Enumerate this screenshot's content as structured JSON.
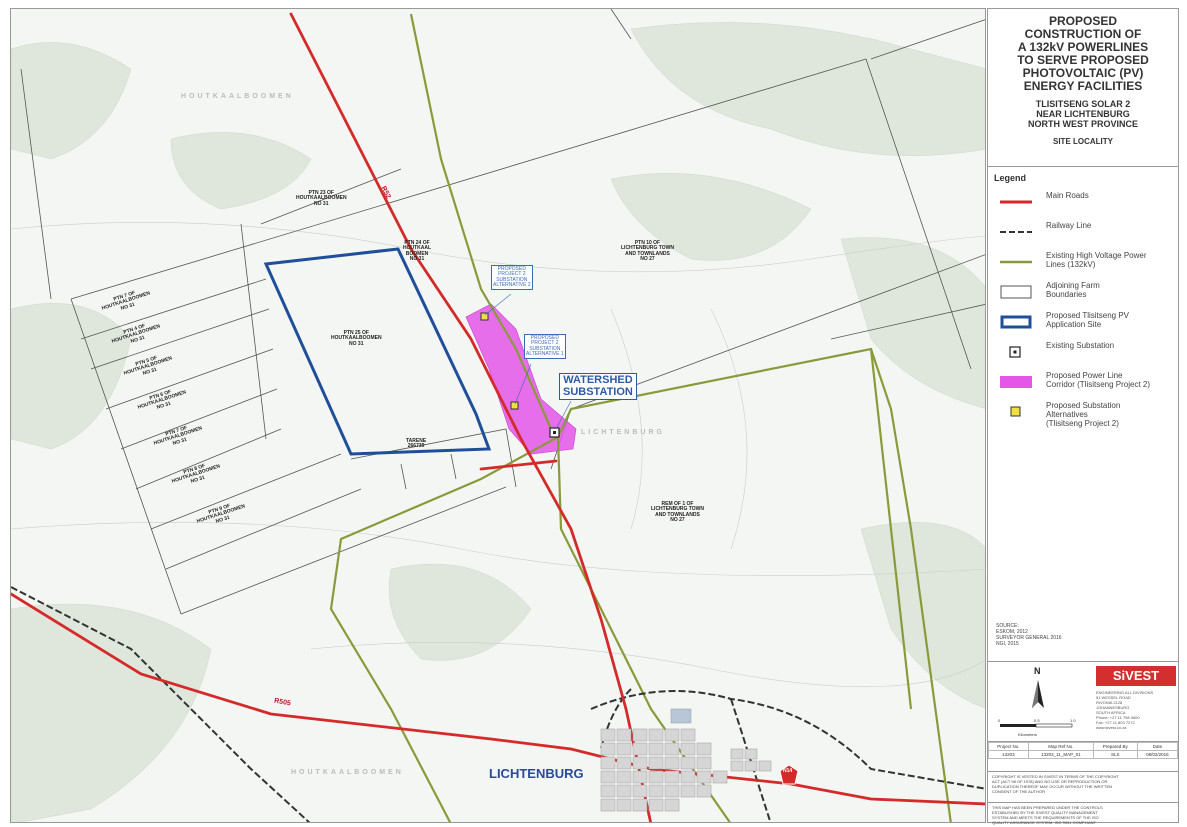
{
  "title": {
    "main": "PROPOSED\nCONSTRUCTION OF\nA 132kV POWERLINES\nTO SERVE PROPOSED\nPHOTOVOLTAIC (PV)\nENERGY FACILITIES",
    "sub": "TLISITSENG SOLAR 2\nNEAR LICHTENBURG\nNORTH WEST PROVINCE",
    "locality": "SITE LOCALITY"
  },
  "legend": {
    "heading": "Legend",
    "items": [
      {
        "label": "Main Roads",
        "symbol": "main-road",
        "color": "#d42a2a"
      },
      {
        "label": "Railway Line",
        "symbol": "railway",
        "color": "#333333"
      },
      {
        "label": "Existing High Voltage Power\nLines (132kV)",
        "symbol": "powerline",
        "color": "#8a9a3a"
      },
      {
        "label": "Adjoining Farm\nBoundaries",
        "symbol": "farm",
        "color": "#555555"
      },
      {
        "label": "Proposed Tlisitseng PV\nApplication Site",
        "symbol": "site",
        "color": "#1f4e9a"
      },
      {
        "label": "Existing Substation",
        "symbol": "substation",
        "color": "#333333"
      },
      {
        "label": "Proposed Power Line\nCorridor (Tlisitseng Project 2)",
        "symbol": "corridor",
        "color": "#e356e8"
      },
      {
        "label": "Proposed Substation\nAlternatives\n(Tlisitseng Project 2)",
        "symbol": "sub-alt",
        "color": "#f0e040"
      }
    ]
  },
  "map": {
    "substation_label": "WATERSHED\nSUBSTATION",
    "town_label": "LICHTENBURG",
    "road_labels": {
      "r52": "R52",
      "r505": "R505",
      "n14": "N14"
    },
    "callouts": [
      "PROPOSED\nPROJECT 2\nSUBSTATION\nALTERNATIVE 2",
      "PROPOSED\nPROJECT 2\nSUBSTATION\nALTERNATIVE 1"
    ],
    "farm_labels": [
      "PTN 23 OF\nHOUTKAALBOOMEN\nNO 31",
      "PTN 24 OF\nHOUTKAAL\nBOOMEN\nNO 31",
      "PTN 10 OF\nLICHTENBURG TOWN\nAND TOWNLANDS\nNO 27",
      "PTN 25 OF\nHOUTKAALBOOMEN\nNO 31",
      "REM OF 1 OF\nLICHTENBURG TOWN\nAND TOWNLANDS\nNO 27",
      "PTN 7 OF\nHOUTKAALBOOMEN\nNO 31",
      "PTN 4 OF\nHOUTKAALBOOMEN\nNO 31",
      "PTN 5 OF\nHOUTKAALBOOMEN\nNO 31",
      "PTN 6 OF\nHOUTKAALBOOMEN\nNO 31",
      "PTN 7 OF\nHOUTKAALBOOMEN\nNO 31",
      "PTN 8 OF\nHOUTKAALBOOMEN\nNO 31",
      "PTN 9 OF\nHOUTKAALBOOMEN\nNO 31",
      "TARENE\n266739"
    ],
    "faded_labels": [
      "HOUTKAALBOOMEN",
      "LICHTENBURG"
    ]
  },
  "source": "SOURCE:\nESKOM, 2012\nSURVEYOR GENERAL 2016\nNGI, 2015",
  "north": {
    "label": "N",
    "scale_unit": "Kilometers",
    "scale_ticks": [
      "0",
      "0.5",
      "1.0"
    ]
  },
  "company": {
    "logo": "SiVEST",
    "details": "ENGINEERING ALL DIVISIONS\n51 WESSEL ROAD\nRIVONIA 2128\nJOHANNESBURG\nSOUTH AFRICA\nPhone: +27 11 798 0600\nFax: +27 11 803 7272\nwww.sivest.co.za"
  },
  "info_table": {
    "headers": [
      "Project No.",
      "Map Ref No.",
      "Prepared By",
      "Date"
    ],
    "values": [
      "13203",
      "13203_11_MAP_01",
      "SLS",
      "08/02/2016"
    ]
  },
  "disclaimer": "COPYRIGHT IS VESTED IN SIVEST IN TERMS OF THE COPYRIGHT\nACT (ACT 98 OF 1978) AND NO USE OR REPRODUCTION OR\nDUPLICATION THEREOF MAY OCCUR WITHOUT THE WRITTEN\nCONSENT OF THE AUTHOR",
  "disclaimer2": "THIS MAP HAS BEEN PREPARED UNDER THE CONTROLS\nESTABLISHED BY THE SIVEST QUALITY MANAGEMENT\nSYSTEM AND MEETS THE REQUIREMENTS OF THE ISO\nQUALITY ASSURANCE SYSTEM. ISO 9001 COMPLIANT"
}
